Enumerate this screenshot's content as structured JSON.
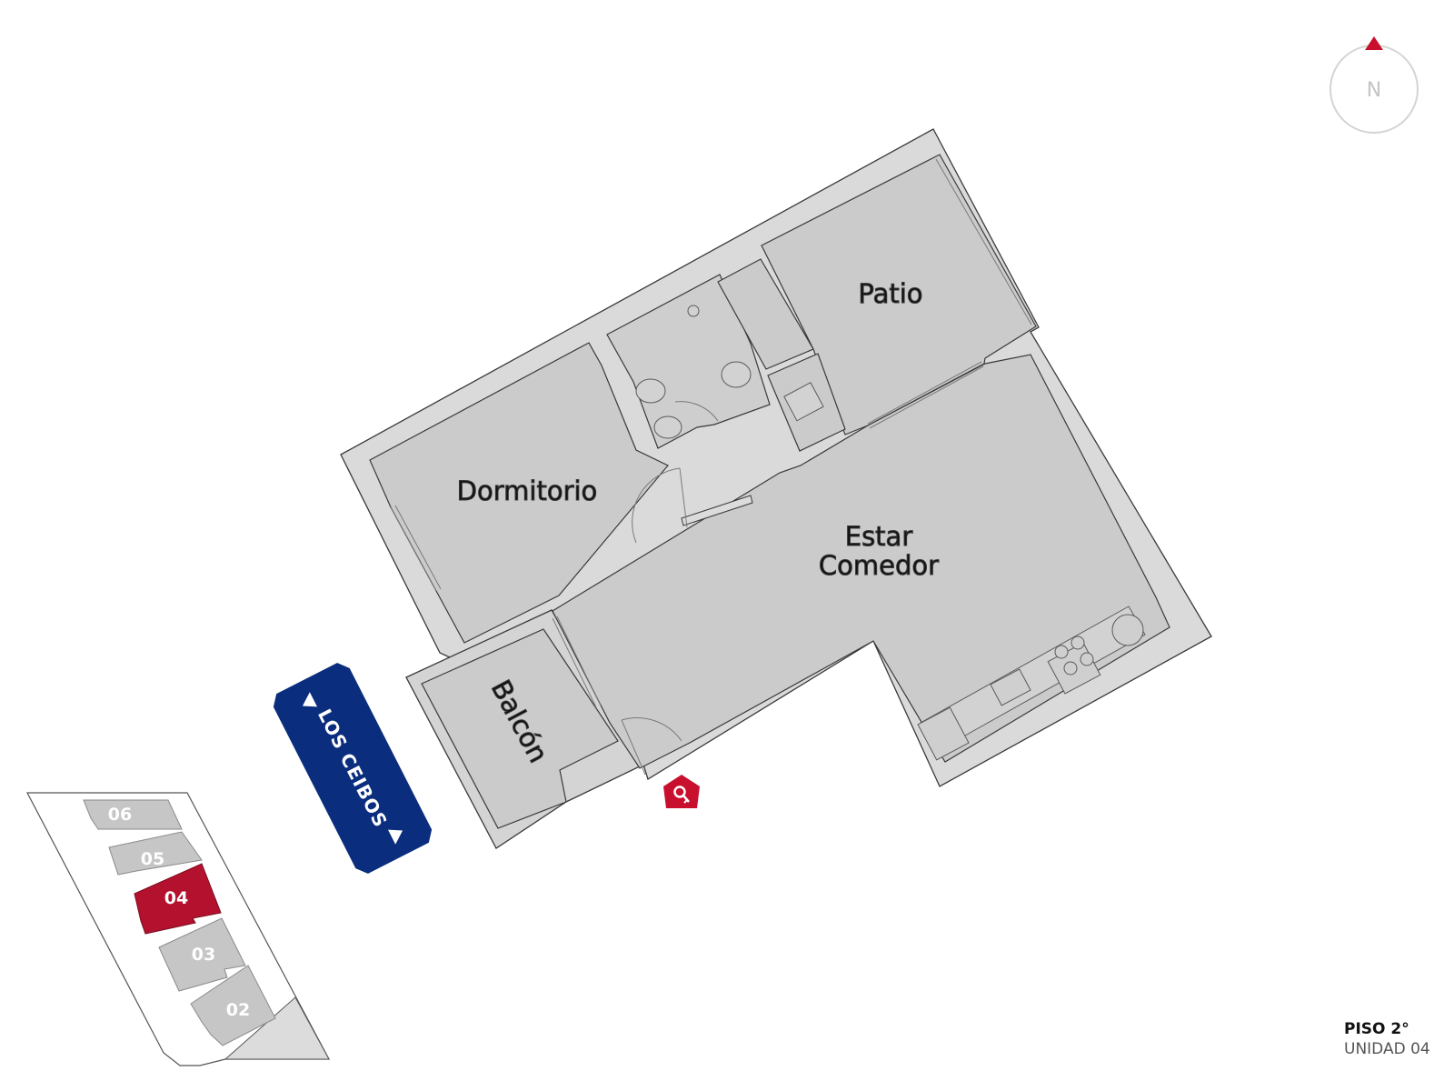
{
  "rooms": {
    "patio": "Patio",
    "dormitorio": "Dormitorio",
    "estar_line1": "Estar",
    "estar_line2": "Comedor",
    "balcon": "Balcón"
  },
  "street": {
    "name": "LOS CEIBOS",
    "color": "#0a2d7e"
  },
  "compass": {
    "label": "N",
    "arrow_color": "#c8102e"
  },
  "key_plan": {
    "units": [
      "06",
      "05",
      "04",
      "03",
      "02"
    ],
    "selected": "04",
    "selected_color": "#b3112e"
  },
  "info": {
    "floor": "PISO 2°",
    "unit": "UNIDAD 04"
  },
  "icons": {
    "entrance": "key-icon"
  }
}
